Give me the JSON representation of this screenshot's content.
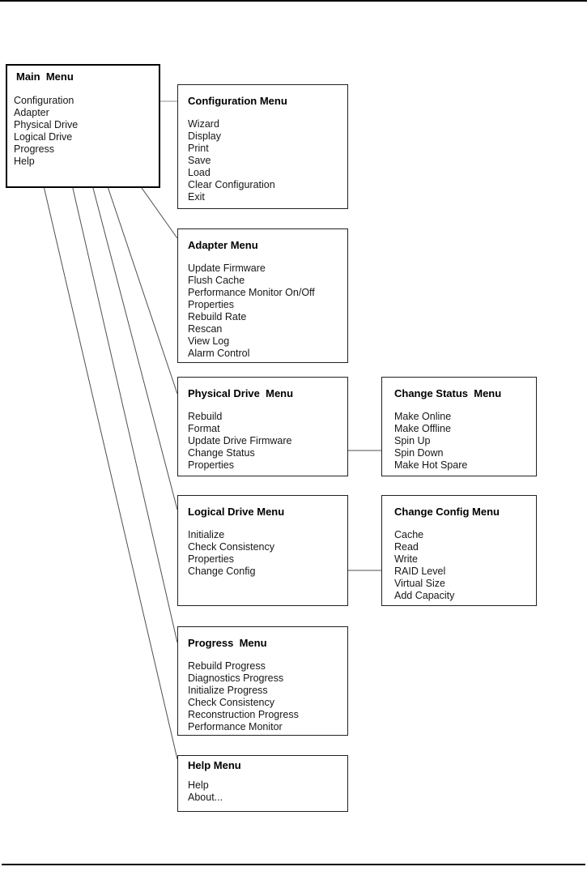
{
  "menus": {
    "main": {
      "title": "Main  Menu",
      "items": [
        "Configuration",
        "Adapter",
        "Physical Drive",
        "Logical Drive",
        "Progress",
        "Help"
      ]
    },
    "configuration": {
      "title": "Configuration Menu",
      "items": [
        "Wizard",
        "Display",
        "Print",
        "Save",
        "Load",
        "Clear Configuration",
        "Exit"
      ]
    },
    "adapter": {
      "title": "Adapter Menu",
      "items": [
        "Update Firmware",
        "Flush Cache",
        "Performance Monitor On/Off",
        "Properties",
        "Rebuild Rate",
        "Rescan",
        "View Log",
        "Alarm Control"
      ]
    },
    "physical_drive": {
      "title": "Physical Drive  Menu",
      "items": [
        "Rebuild",
        "Format",
        "Update Drive Firmware",
        "Change Status",
        "Properties"
      ]
    },
    "change_status": {
      "title": "Change Status  Menu",
      "items": [
        "Make Online",
        "Make Offline",
        "Spin Up",
        "Spin Down",
        "Make Hot Spare"
      ]
    },
    "logical_drive": {
      "title": "Logical Drive Menu",
      "items": [
        "Initialize",
        "Check Consistency",
        "Properties",
        "Change Config"
      ]
    },
    "change_config": {
      "title": "Change Config Menu",
      "items": [
        "Cache",
        "Read",
        "Write",
        "RAID Level",
        "Virtual Size",
        "Add Capacity"
      ]
    },
    "progress": {
      "title": "Progress  Menu",
      "items": [
        "Rebuild Progress",
        "Diagnostics Progress",
        "Initialize Progress",
        "Check Consistency",
        "Reconstruction Progress",
        "Performance Monitor"
      ]
    },
    "help": {
      "title": "Help Menu",
      "items": [
        "Help",
        "About..."
      ]
    }
  },
  "connections": [
    {
      "from": "Main Menu: Configuration",
      "to": "Configuration Menu"
    },
    {
      "from": "Main Menu: Adapter",
      "to": "Adapter Menu"
    },
    {
      "from": "Main Menu: Physical Drive",
      "to": "Physical Drive Menu"
    },
    {
      "from": "Main Menu: Logical Drive",
      "to": "Logical Drive Menu"
    },
    {
      "from": "Main Menu: Progress",
      "to": "Progress Menu"
    },
    {
      "from": "Main Menu: Help",
      "to": "Help Menu"
    },
    {
      "from": "Physical Drive Menu: Change Status",
      "to": "Change Status Menu"
    },
    {
      "from": "Logical Drive Menu: Change Config",
      "to": "Change Config Menu"
    }
  ]
}
